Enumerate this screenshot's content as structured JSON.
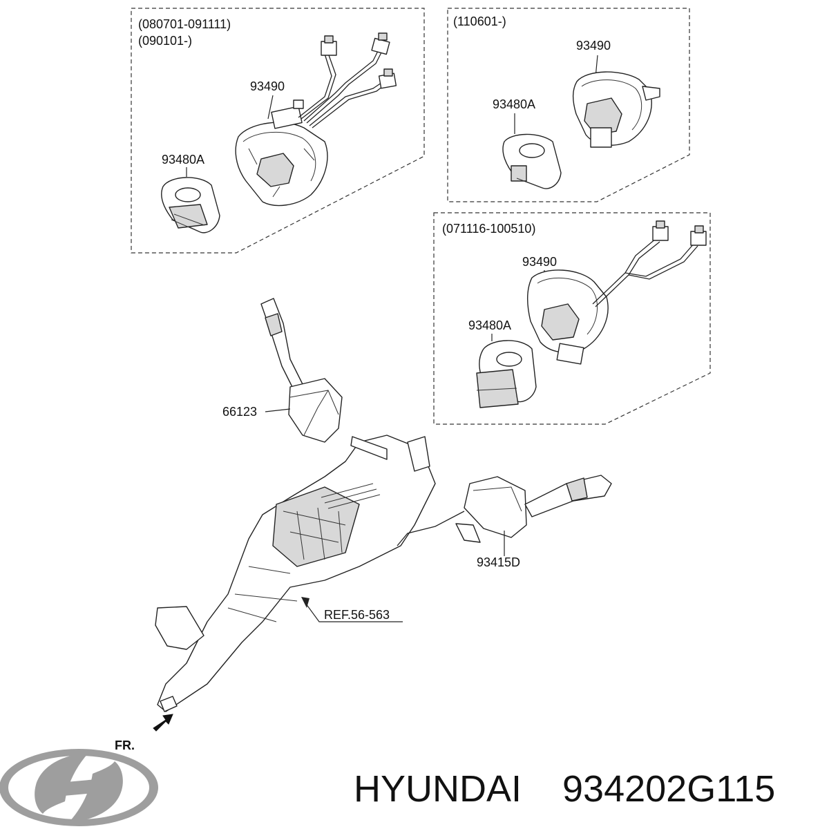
{
  "panels": {
    "top_left": {
      "range1": "(080701-091111)",
      "range2": "(090101-)",
      "part_a": "93490",
      "part_b": "93480A"
    },
    "top_right": {
      "range1": "(110601-)",
      "part_a": "93490",
      "part_b": "93480A"
    },
    "mid_right": {
      "range1": "(071116-100510)",
      "part_a": "93490",
      "part_b": "93480A"
    }
  },
  "main": {
    "part_left_switch": "66123",
    "part_right_switch": "93415D",
    "ref": "REF.56-563",
    "direction": "FR."
  },
  "brand": {
    "name": "HYUNDAI",
    "part_number": "934202G115",
    "logo_icon": "hyundai-logo-icon"
  }
}
